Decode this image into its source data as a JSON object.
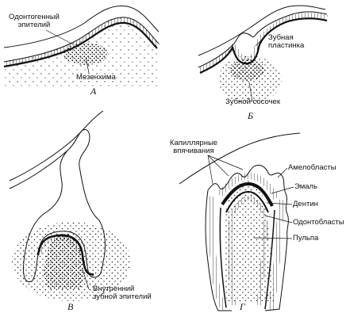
{
  "panels": {
    "a": {
      "letter": "А",
      "labels": {
        "epithelium_line1": "Одонтогенный",
        "epithelium_line2": "эпителий",
        "mesenchyme": "Мезенхима"
      }
    },
    "b": {
      "letter": "Б",
      "labels": {
        "lamina_line1": "Зубная",
        "lamina_line2": "пластинка",
        "papilla": "Зубной сосочек"
      }
    },
    "v": {
      "letter": "В",
      "labels": {
        "inner_line1": "Внутренний",
        "inner_line2": "зубной эпителий"
      }
    },
    "g": {
      "letter": "Г",
      "labels": {
        "capillary_line1": "Капиллярные",
        "capillary_line2": "впячивания",
        "ameloblasts": "Амелобласты",
        "enamel": "Эмаль",
        "dentin": "Дентин",
        "odontoblasts": "Одонтобласты",
        "pulp": "Пульпа"
      }
    }
  }
}
